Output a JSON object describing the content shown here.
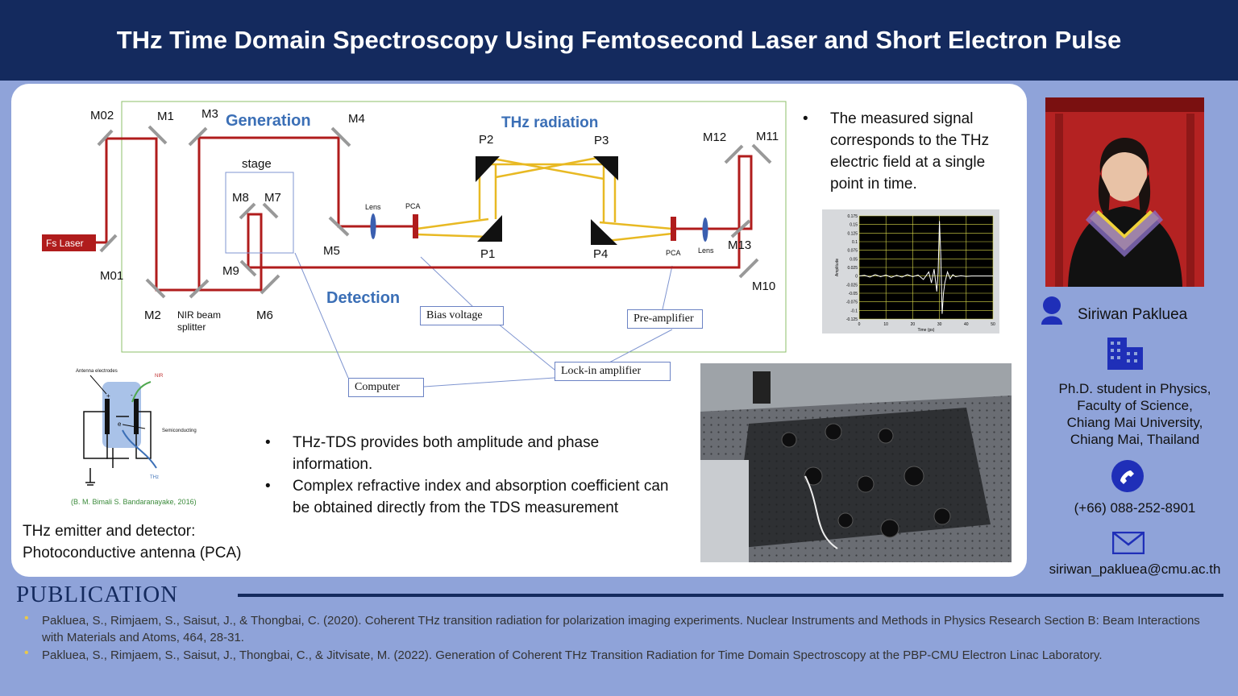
{
  "header": {
    "title": "THz Time Domain Spectroscopy Using Femtosecond Laser and Short Electron Pulse"
  },
  "setup": {
    "sections": {
      "generation": "Generation",
      "thz_radiation": "THz radiation",
      "detection": "Detection"
    },
    "source": "Fs Laser",
    "mirrors": [
      "M02",
      "M1",
      "M3",
      "M4",
      "M01",
      "M2",
      "M5",
      "M6",
      "M7",
      "M8",
      "M9",
      "M10",
      "M11",
      "M12",
      "M13"
    ],
    "parabolic": [
      "P1",
      "P2",
      "P3",
      "P4"
    ],
    "stage": "stage",
    "beam_splitter": "NIR beam splitter",
    "lens": "Lens",
    "pca": "PCA",
    "boxes": {
      "bias": "Bias voltage",
      "preamp": "Pre-amplifier",
      "lockin": "Lock-in amplifier",
      "computer": "Computer"
    }
  },
  "antenna": {
    "electrodes": "Antenna electrodes",
    "nir": "NIR",
    "semiconducting": "Semiconducting",
    "thz": "THz",
    "electron": "e",
    "plus": "+",
    "minus": "-",
    "citation": "(B. M. Bimali S. Bandaranayake, 2016)",
    "caption_l1": "THz emitter and detector:",
    "caption_l2": "Photoconductive antenna (PCA)"
  },
  "bullets_center": [
    "THz-TDS provides both amplitude and phase information.",
    "Complex refractive index and absorption coefficient can be obtained directly from the TDS measurement"
  ],
  "bullets_right": [
    "The measured signal corresponds to the THz electric field at a single point in time."
  ],
  "chart_data": {
    "type": "line",
    "xlabel": "Time (ps)",
    "ylabel": "Amplitude",
    "xlim": [
      0,
      50
    ],
    "ylim": [
      -0.125,
      0.175
    ],
    "xticks": [
      "0",
      "10",
      "20",
      "30",
      "40",
      "50"
    ],
    "yticks": [
      "0.175",
      "0.15",
      "0.125",
      "0.1",
      "0.075",
      "0.05",
      "0.025",
      "0",
      "-0.025",
      "-0.05",
      "-0.075",
      "-0.1",
      "-0.125"
    ],
    "x": [
      0,
      2,
      4,
      6,
      8,
      10,
      12,
      14,
      16,
      18,
      20,
      22,
      24,
      26,
      27,
      28,
      29,
      29.5,
      30,
      30.5,
      31,
      31.5,
      32,
      33,
      34,
      35,
      36,
      38,
      40,
      42,
      44,
      46,
      48,
      50
    ],
    "y": [
      0,
      0.002,
      -0.003,
      0.004,
      -0.002,
      0.003,
      -0.004,
      0.002,
      -0.003,
      0.004,
      -0.002,
      0.003,
      -0.01,
      0.012,
      -0.02,
      0.02,
      -0.045,
      0.01,
      0.16,
      0.06,
      -0.11,
      -0.05,
      -0.02,
      0.012,
      -0.008,
      0.004,
      -0.002,
      0.001,
      -0.001,
      0,
      0,
      0,
      0,
      0
    ],
    "grid": true,
    "background": "#000000",
    "line_color": "#ffffff",
    "grid_color": "#d9d94a"
  },
  "profile": {
    "name": "Siriwan Pakluea",
    "affiliation": [
      "Ph.D. student in Physics,",
      "Faculty of Science,",
      "Chiang Mai University,",
      "Chiang Mai, Thailand"
    ],
    "phone": "(+66) 088-252-8901",
    "email": "siriwan_pakluea@cmu.ac.th",
    "icons": [
      "person-icon",
      "building-icon",
      "phone-icon",
      "mail-icon"
    ]
  },
  "publication": {
    "title": "PUBLICATION",
    "items": [
      "Pakluea, S., Rimjaem, S., Saisut, J., & Thongbai, C. (2020). Coherent THz transition radiation for polarization imaging experiments. Nuclear Instruments and Methods in Physics Research Section B: Beam Interactions with Materials and Atoms, 464, 28-31.",
      "Pakluea, S., Rimjaem, S., Saisut, J., Thongbai, C., & Jitvisate, M. (2022). Generation of Coherent THz Transition Radiation for Time Domain Spectroscopy at the PBP-CMU Electron Linac Laboratory."
    ]
  },
  "colors": {
    "navy": "#142a5e",
    "background": "#8fa3d9",
    "laser": "#b01c1c",
    "thz": "#e8b923",
    "accent": "#3b6fb6"
  }
}
